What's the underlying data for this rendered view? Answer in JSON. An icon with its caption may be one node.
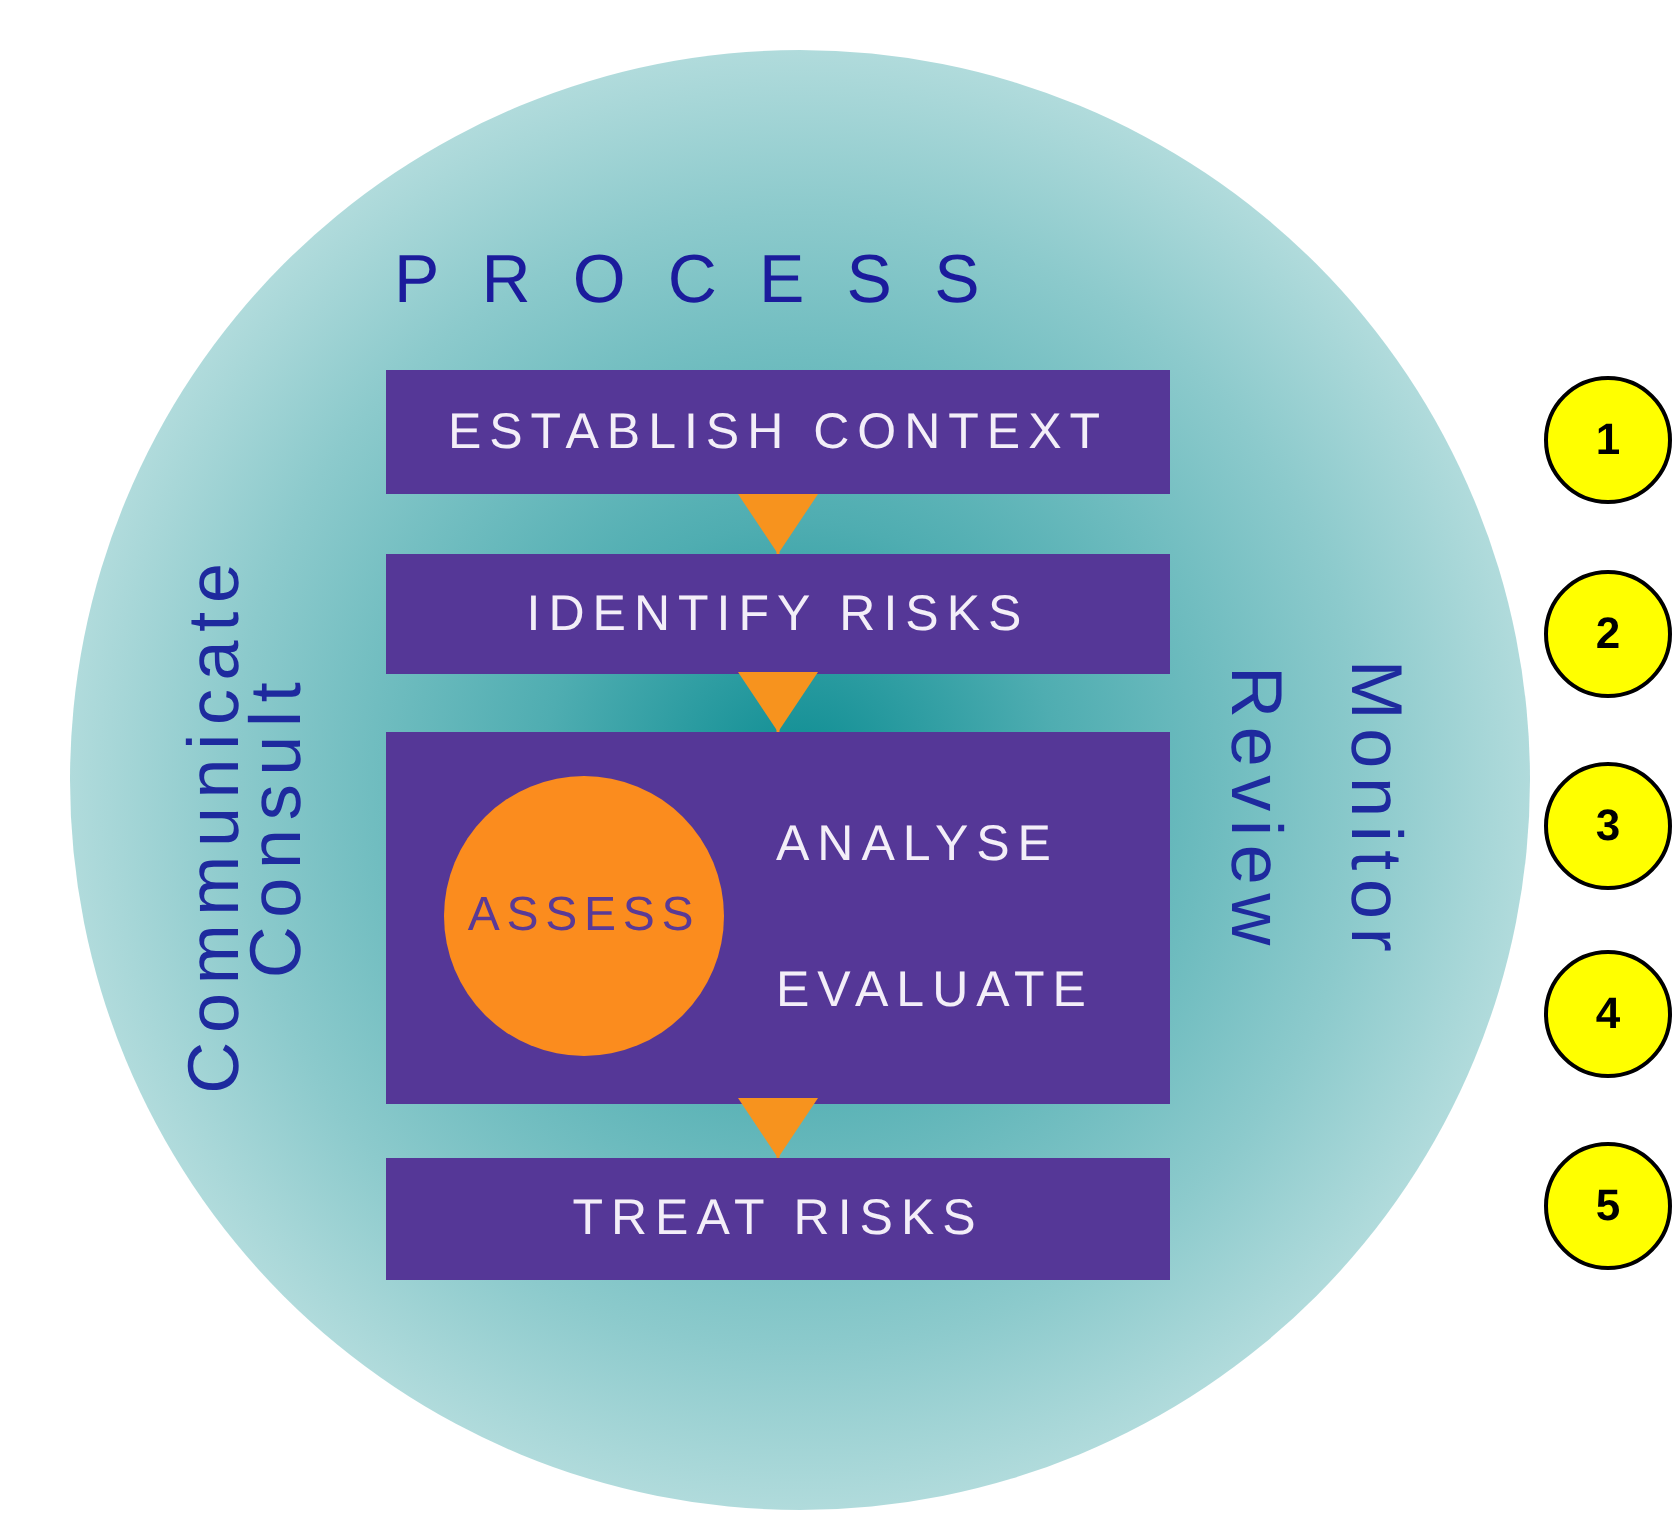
{
  "diagram": {
    "nodes": [
      {
        "text": [
          "PROCESS",
          "Communicate",
          "Consult",
          "Monitor",
          "Review"
        ]
      },
      {
        "text": [
          "ESTABLISH CONTEXT"
        ],
        "in": 0
      },
      {
        "text": [
          "IDENTIFY RISKS"
        ],
        "in": 0
      },
      {
        "text": [
          "ANALYSE",
          "EVALUATE"
        ],
        "in": 0
      },
      {
        "text": [
          "ASSESS"
        ],
        "in": 3
      },
      {
        "text": [
          "TREAT RISKS"
        ],
        "in": 0
      },
      {
        "text": [
          "1"
        ]
      },
      {
        "text": [
          "2"
        ]
      },
      {
        "text": [
          "3"
        ]
      },
      {
        "text": [
          "4"
        ]
      },
      {
        "text": [
          "5"
        ]
      }
    ],
    "edges": [
      {
        "from": 1,
        "to": 2,
        "arrow": "to"
      },
      {
        "from": 2,
        "to": 3,
        "arrow": "to"
      },
      {
        "from": 3,
        "to": 5,
        "arrow": "to"
      }
    ]
  }
}
